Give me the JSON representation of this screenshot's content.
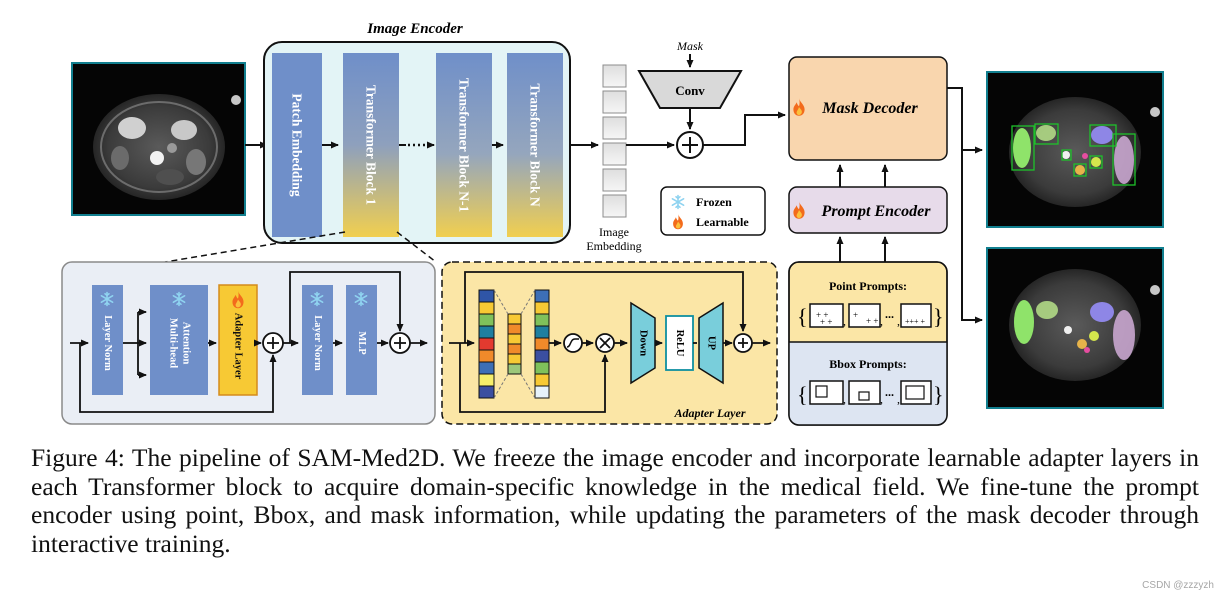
{
  "encoder": {
    "title": "Image Encoder",
    "patch_embedding": "Patch Embedding",
    "block_1": "Transformer Block 1",
    "block_n1": "Transformer Block N-1",
    "block_n": "Transformer Block N"
  },
  "embedding_label": [
    "Image",
    "Embedding"
  ],
  "mask_label": "Mask",
  "conv_label": "Conv",
  "legend": {
    "frozen": "Frozen",
    "learnable": "Learnable"
  },
  "mask_decoder": "Mask Decoder",
  "prompt_encoder": "Prompt Encoder",
  "point_prompts": "Point Prompts:",
  "bbox_prompts": "Bbox Prompts:",
  "ellipsis": "...",
  "block_detail": {
    "layer_norm": "Layer Norm",
    "attention": [
      "Multi-head",
      "Attention"
    ],
    "adapter": "Adapter Layer",
    "mlp": "MLP"
  },
  "adapter_detail": {
    "title": "Adapter Layer",
    "down": "Down",
    "relu": "ReLU",
    "up": "UP"
  },
  "caption": "Figure 4: The pipeline of SAM-Med2D. We freeze the image encoder and incorporate learnable adapter layers in each Transformer block to acquire domain-specific knowledge in the medical field. We fine-tune the prompt encoder using point, Bbox, and mask information, while updating the parameters of the mask decoder through interactive training.",
  "watermark": "CSDN @zzzyzh",
  "colors": {
    "block_blue": "#6f8fc9",
    "encoder_bg": "#e3f4f6",
    "adapter_yellow": "#f7c934",
    "adapter_bg": "#fbe6a6",
    "decoder_orange": "#f9d6ae",
    "prompt_purple": "#e7dbea",
    "bbox_blue": "#dde5f2",
    "updown_teal": "#79cedb",
    "accent_teal": "#0e8fa0"
  }
}
